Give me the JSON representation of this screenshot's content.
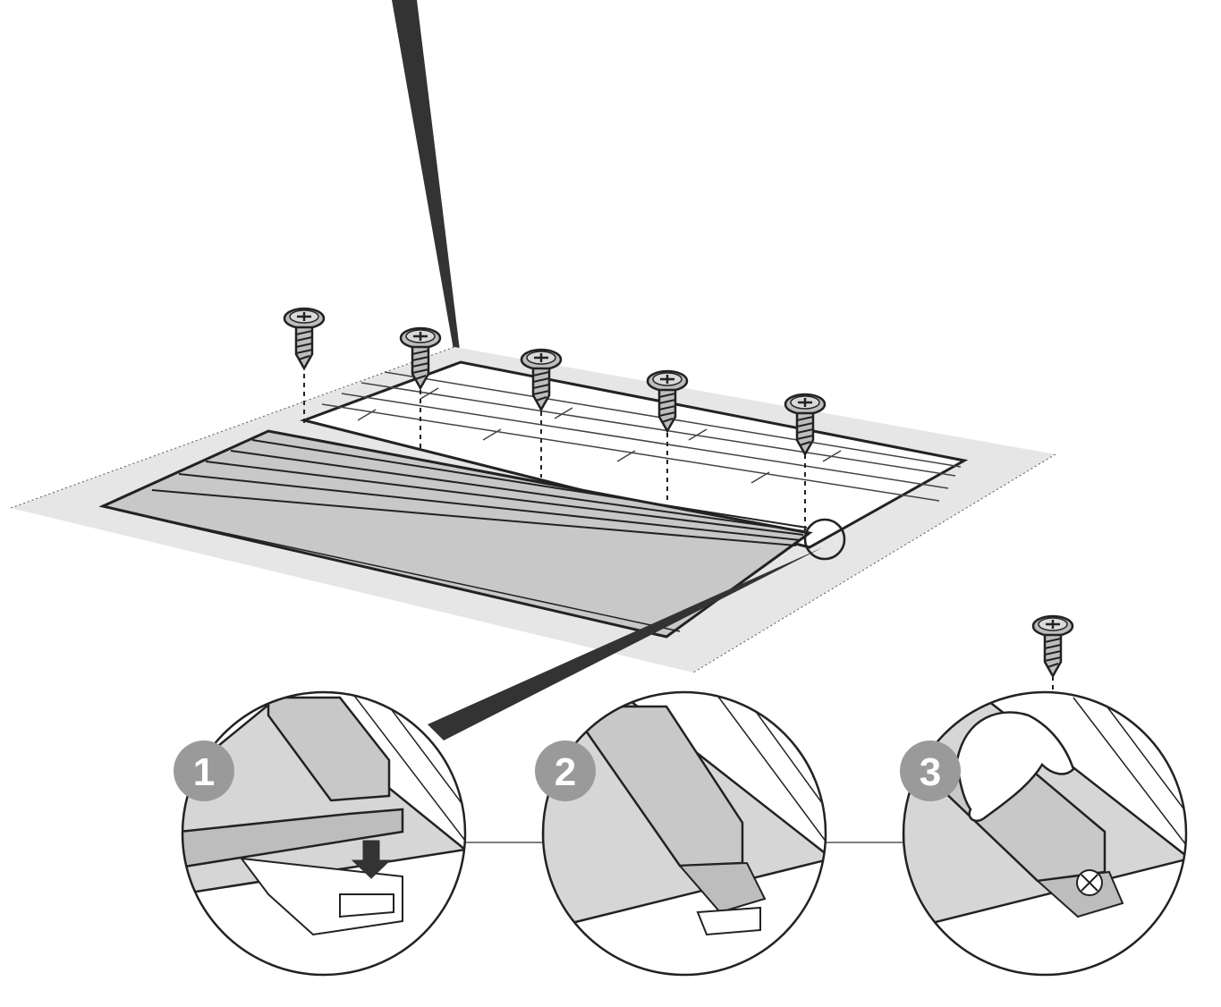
{
  "figure": {
    "description_colors": {
      "outline": "#222222",
      "floor": "#e6e6e6",
      "panel": "#c8c8c8",
      "panel_light": "#d6d6d6",
      "frame": "#ffffff",
      "badge": "#9a9a9a",
      "pointer": "#333333"
    },
    "steps": [
      {
        "number": "1",
        "icon": "arrow-down-icon"
      },
      {
        "number": "2",
        "icon": ""
      },
      {
        "number": "3",
        "icon": "hand-icon"
      }
    ],
    "screws_on_panel": 5,
    "screw_icon": "phillips-screw-icon"
  }
}
